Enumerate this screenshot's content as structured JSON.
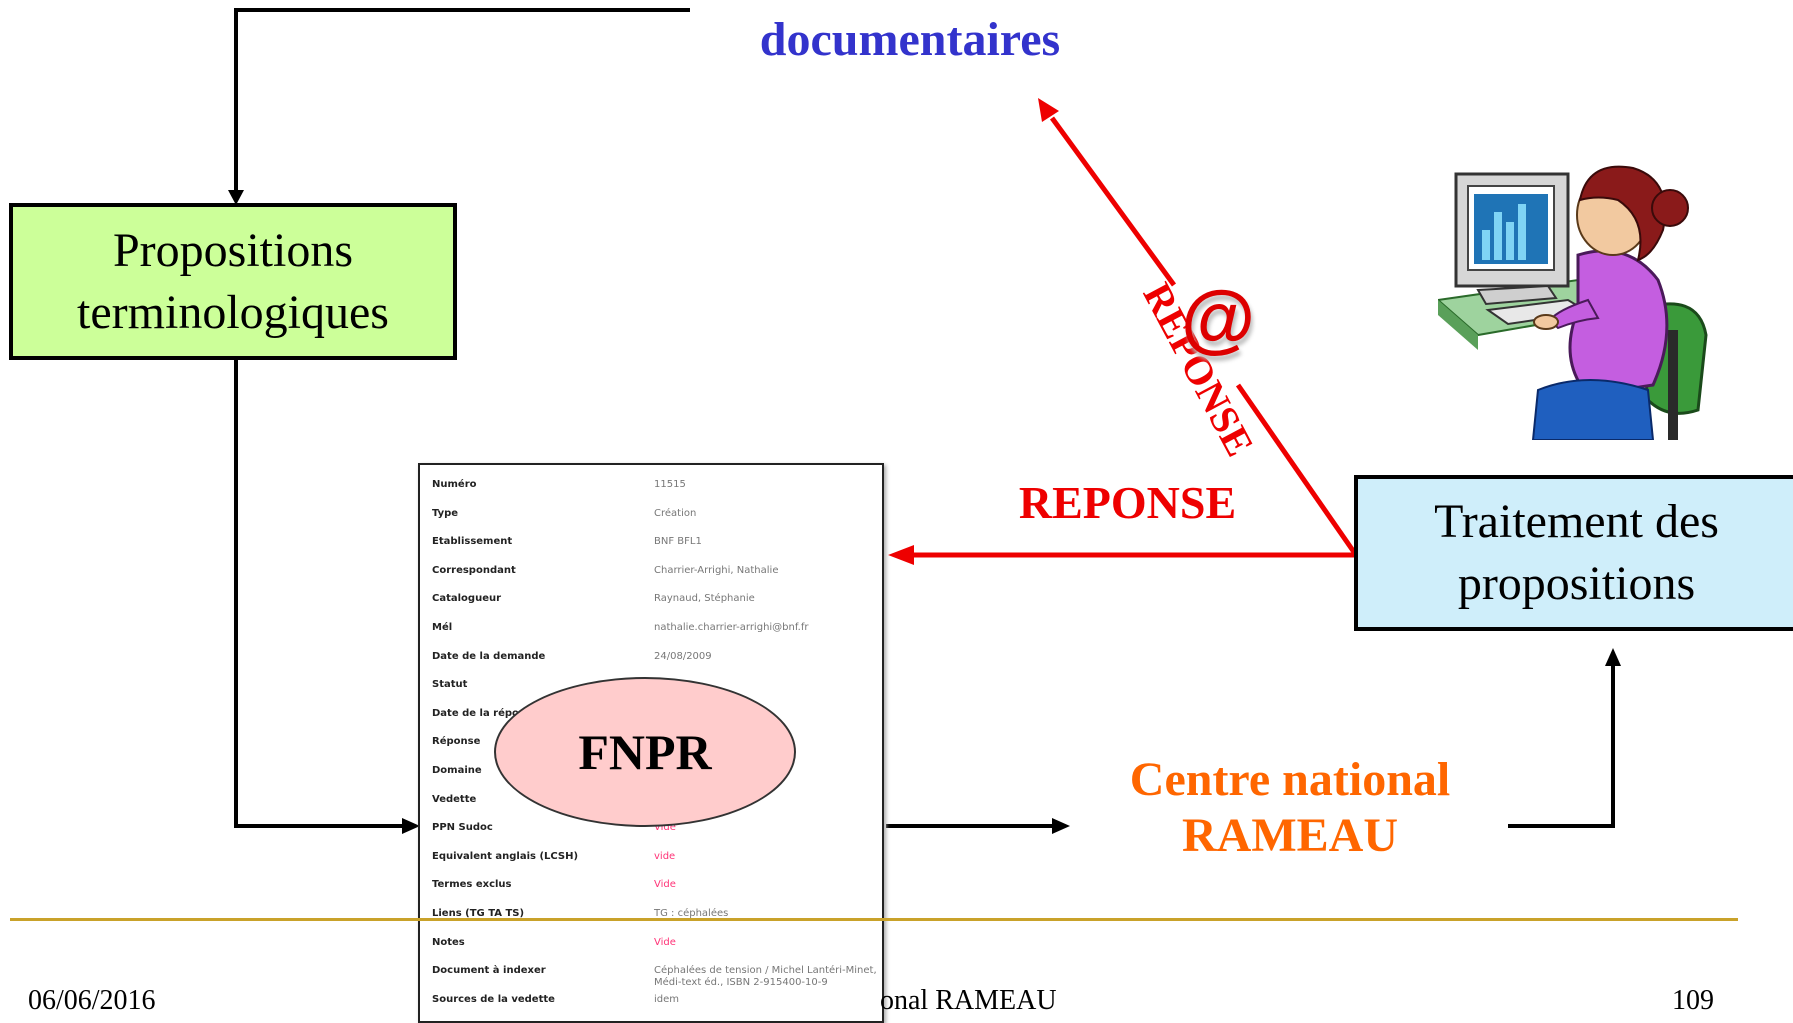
{
  "nodes": {
    "propositions": "Propositions\nterminologiques",
    "traitement": "Traitement des\npropositions",
    "fnpr": "FNPR",
    "centre": "Centre national\nRAMEAU"
  },
  "labels": {
    "documentaires": "documentaires",
    "reponse_diagonal": "REPONSE",
    "reponse_horizontal": "REPONSE",
    "at_symbol": "@"
  },
  "form": {
    "rows": [
      {
        "key": "Numéro",
        "value": "11515"
      },
      {
        "key": "Type",
        "value": "Création"
      },
      {
        "key": "Etablissement",
        "value": "BNF BFL1"
      },
      {
        "key": "Correspondant",
        "value": "Charrier-Arrighi, Nathalie"
      },
      {
        "key": "Catalogueur",
        "value": "Raynaud, Stéphanie"
      },
      {
        "key": "Mél",
        "value": "nathalie.charrier-arrighi@bnf.fr"
      },
      {
        "key": "Date de la demande",
        "value": "24/08/2009"
      },
      {
        "key": "Statut",
        "value": ""
      },
      {
        "key": "Date de la répon",
        "value": ""
      },
      {
        "key": "Réponse",
        "value": ""
      },
      {
        "key": "Domaine",
        "value": ""
      },
      {
        "key": "Vedette",
        "value": ""
      },
      {
        "key": "PPN Sudoc",
        "value": "Vide",
        "pink": true
      },
      {
        "key": "Equivalent anglais (LCSH)",
        "value": "vide",
        "pink": true
      },
      {
        "key": "Termes exclus",
        "value": "Vide",
        "pink": true
      },
      {
        "key": "Liens (TG TA TS)",
        "value": "TG : céphalées"
      },
      {
        "key": "Notes",
        "value": "Vide",
        "pink": true
      },
      {
        "key": "Document à indexer",
        "value": "Céphalées de tension / Michel Lantéri-Minet, Médi-text éd., ISBN 2-915400-10-9"
      },
      {
        "key": "Sources de la vedette",
        "value": "idem"
      }
    ]
  },
  "footer": {
    "date": "06/06/2016",
    "center": "onal RAMEAU",
    "page": "109"
  },
  "colors": {
    "propositions_fill": "#ccff99",
    "traitement_fill": "#cfeefa",
    "fnpr_fill": "#ffcccc",
    "documentaires": "#3333cc",
    "reponse": "#ee0000",
    "centre": "#ff6600",
    "footer_rule": "#c9a22a"
  },
  "icons": {
    "clipart": "person-at-computer-icon"
  }
}
